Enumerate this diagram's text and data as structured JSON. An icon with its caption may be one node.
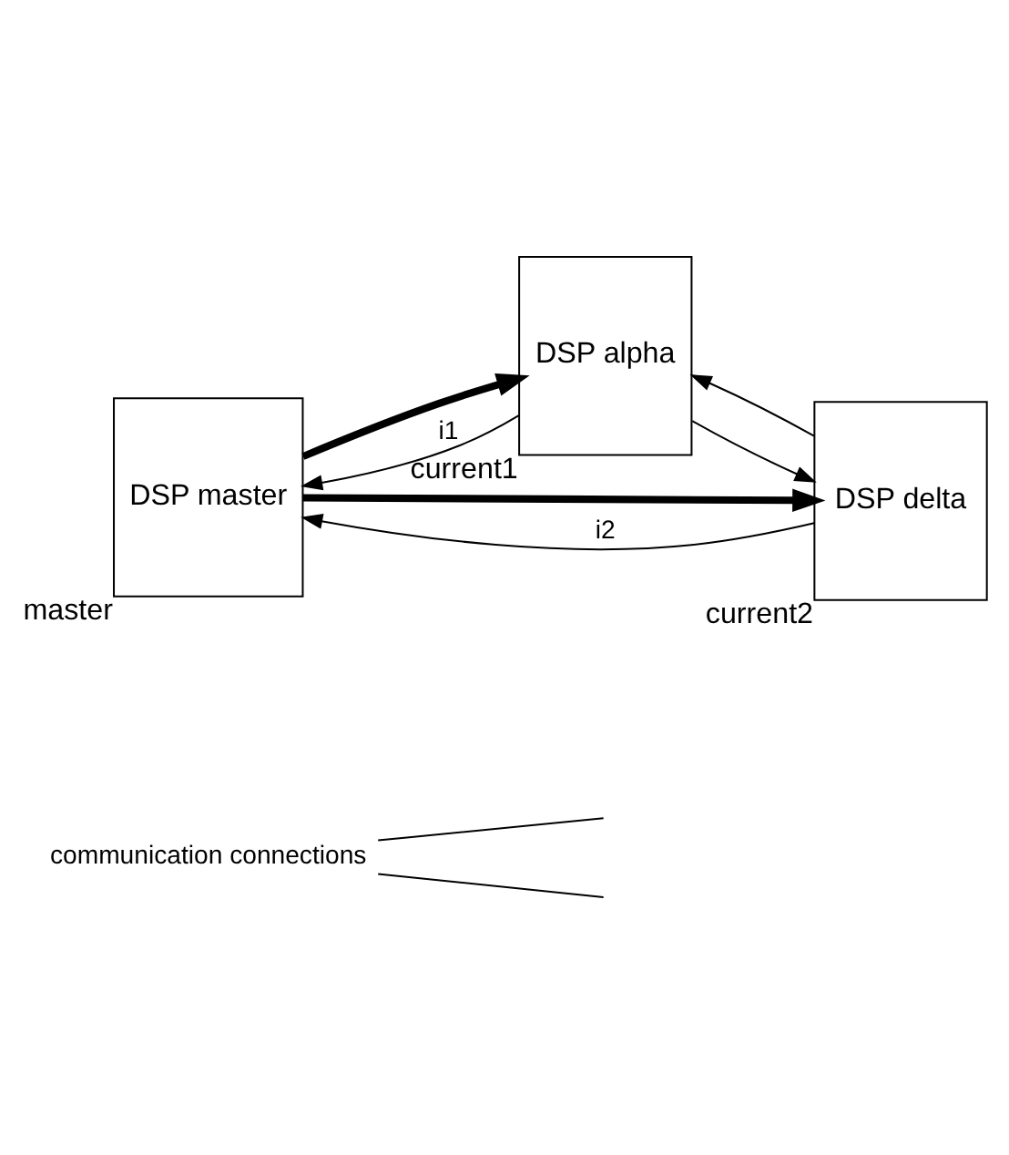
{
  "diagram": {
    "nodes": [
      {
        "text": [
          "communication connections"
        ]
      },
      {
        "text": [
          "DSP master"
        ],
        "beside": [
          "master"
        ]
      },
      {
        "text": [
          "DSP alpha"
        ],
        "beside": [
          "current1"
        ]
      },
      {
        "text": [
          "DSP delta"
        ],
        "beside": [
          "current2"
        ]
      }
    ],
    "edges": [
      {
        "from": 0,
        "to": null,
        "arrow": "none"
      },
      {
        "from": 0,
        "to": null,
        "arrow": "none"
      },
      {
        "from": 1,
        "to": 2,
        "arrow": "to",
        "style": "thick"
      },
      {
        "from": 1,
        "to": 3,
        "arrow": "to",
        "style": "thick"
      },
      {
        "from": 2,
        "to": 1,
        "arrow": "to",
        "label": "i1"
      },
      {
        "from": 2,
        "to": 3,
        "arrow": "to"
      },
      {
        "from": 3,
        "to": 2,
        "arrow": "to"
      },
      {
        "from": 3,
        "to": 1,
        "arrow": "to",
        "label": "i2"
      }
    ]
  }
}
